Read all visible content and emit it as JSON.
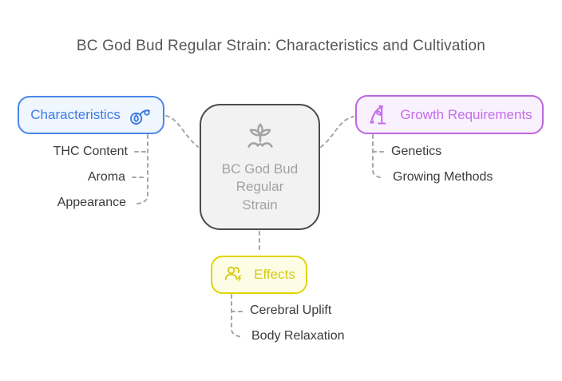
{
  "title": "BC God Bud Regular Strain: Characteristics and Cultivation",
  "center": {
    "icon": "sprout-icon",
    "lines": [
      "BC God Bud",
      "Regular",
      "Strain"
    ]
  },
  "branches": {
    "characteristics": {
      "label": "Characteristics",
      "icon": "magnifier-bud-icon",
      "children": [
        "THC Content",
        "Aroma",
        "Appearance"
      ]
    },
    "growth_requirements": {
      "label": "Growth Requirements",
      "icon": "plant-growth-icon",
      "children": [
        "Genetics",
        "Growing Methods"
      ]
    },
    "effects": {
      "label": "Effects",
      "icon": "person-energy-icon",
      "children": [
        "Cerebral Uplift",
        "Body Relaxation"
      ]
    }
  },
  "colors": {
    "title_text": "#555555",
    "characteristics_accent": "#3b7be2",
    "characteristics_border": "#4a86e8",
    "characteristics_bg": "#f0f6fe",
    "growth_accent": "#c46ee9",
    "growth_border": "#bc66dc",
    "growth_bg": "#faf1fe",
    "effects_accent": "#d6ca16",
    "effects_border": "#e0d400",
    "effects_bg": "#fdfce5",
    "center_border": "#4b4b4b",
    "center_bg": "#f2f2f2",
    "center_text": "#a2a2a2",
    "connector": "#a6a6a6",
    "sub_label_text": "#3b3b3b"
  }
}
